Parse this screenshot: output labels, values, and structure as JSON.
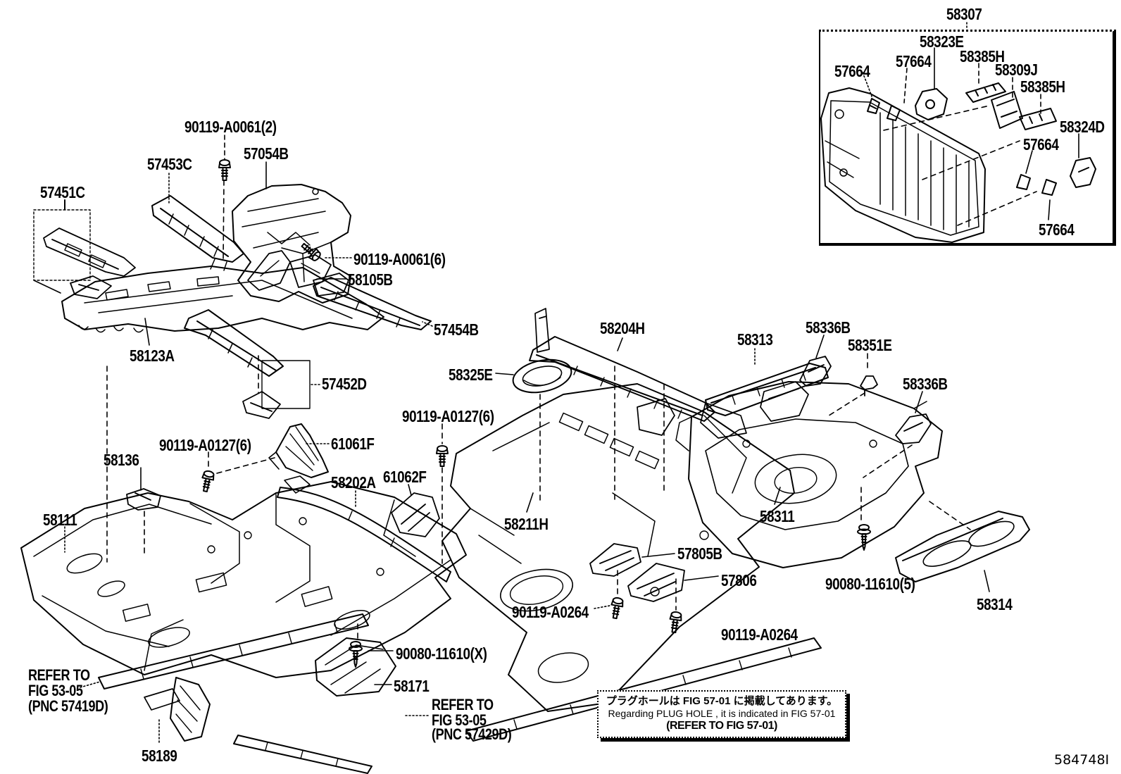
{
  "figure": {
    "drawing_number": "584748I",
    "main_part": "58307"
  },
  "labels": [
    {
      "text": "58307"
    },
    {
      "text": "58323E"
    },
    {
      "text": "57664"
    },
    {
      "text": "57664"
    },
    {
      "text": "58385H"
    },
    {
      "text": "58309J"
    },
    {
      "text": "58385H"
    },
    {
      "text": "58324D"
    },
    {
      "text": "57664"
    },
    {
      "text": "57664"
    },
    {
      "text": "90119-A0061(2)"
    },
    {
      "text": "57453C"
    },
    {
      "text": "57054B"
    },
    {
      "text": "57451C"
    },
    {
      "text": "90119-A0061(6)"
    },
    {
      "text": "58105B"
    },
    {
      "text": "57454B"
    },
    {
      "text": "58123A"
    },
    {
      "text": "57452D"
    },
    {
      "text": "58204H"
    },
    {
      "text": "58325E"
    },
    {
      "text": "90119-A0127(6)"
    },
    {
      "text": "58313"
    },
    {
      "text": "58336B"
    },
    {
      "text": "58351E"
    },
    {
      "text": "58336B"
    },
    {
      "text": "90119-A0127(6)"
    },
    {
      "text": "58136"
    },
    {
      "text": "61061F"
    },
    {
      "text": "58202A"
    },
    {
      "text": "61062F"
    },
    {
      "text": "58111"
    },
    {
      "text": "58211H"
    },
    {
      "text": "58311"
    },
    {
      "text": "57805B"
    },
    {
      "text": "57806"
    },
    {
      "text": "90119-A0264"
    },
    {
      "text": "90119-A0264"
    },
    {
      "text": "90080-11610(X)"
    },
    {
      "text": "58171"
    },
    {
      "text": "90080-11610(5)"
    },
    {
      "text": "58314"
    },
    {
      "text": "58189"
    }
  ],
  "refer_left": {
    "line1": "REFER TO",
    "line2": "FIG 53-05",
    "line3": "(PNC 57419D)"
  },
  "refer_right": {
    "line1": "REFER TO",
    "line2": "FIG 53-05",
    "line3": "(PNC 57429D)"
  },
  "note_box": {
    "line1": "プラグホールは FIG 57-01 に掲載してあります。",
    "line2": "Regarding PLUG HOLE , it is indicated in FIG 57-01",
    "line3": "(REFER TO FIG 57-01)"
  },
  "colors": {
    "line": "#000000",
    "background": "#ffffff"
  }
}
